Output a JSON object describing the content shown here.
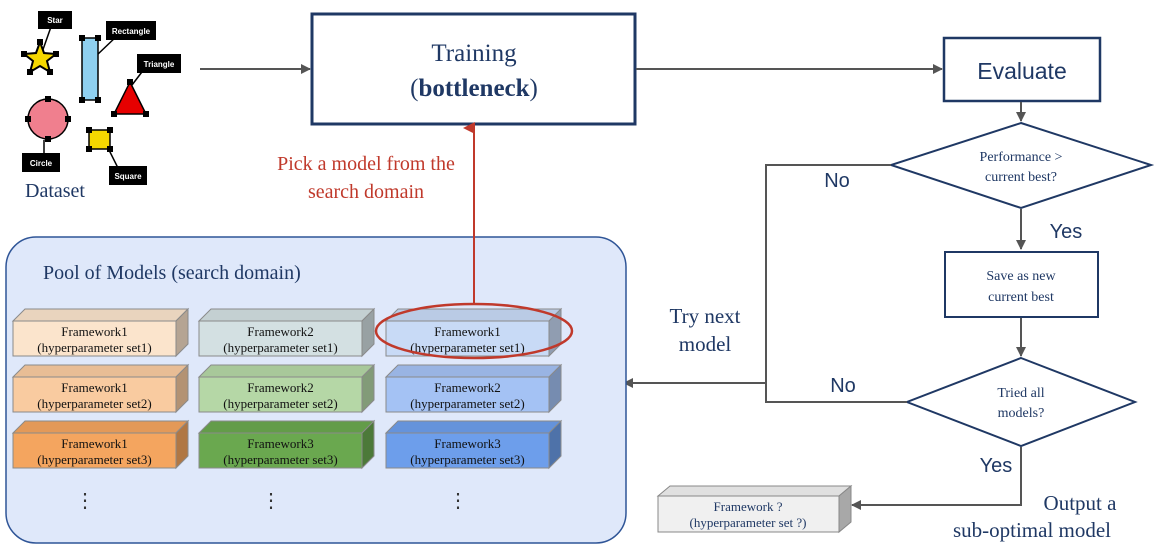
{
  "dataset": {
    "label": "Dataset",
    "shapes": [
      {
        "name": "Star",
        "color": "#f5d800"
      },
      {
        "name": "Rectangle",
        "color": "#8fd0f0"
      },
      {
        "name": "Triangle",
        "color": "#e60000"
      },
      {
        "name": "Circle",
        "color": "#f07f8e"
      },
      {
        "name": "Square",
        "color": "#f5d800"
      }
    ]
  },
  "training": {
    "line1": "Training",
    "line2_open": "(",
    "line2_bold": "bottleneck",
    "line2_close": ")"
  },
  "pick_model": {
    "line1": "Pick a model from the",
    "line2": "search domain"
  },
  "evaluate": "Evaluate",
  "decision1": {
    "line1": "Performance >",
    "line2": "current best?"
  },
  "yes1": "Yes",
  "no1": "No",
  "save": {
    "line1": "Save as new",
    "line2": "current best"
  },
  "decision2": {
    "line1": "Tried all",
    "line2": "models?"
  },
  "no2": "No",
  "yes2": "Yes",
  "try_next": {
    "line1": "Try next",
    "line2": "model"
  },
  "ellipsis_right": "…",
  "output": {
    "line1": "Output a",
    "line2": "sub-optimal model"
  },
  "result_box": {
    "line1": "Framework ?",
    "line2": "(hyperparameter set ?)"
  },
  "pool": {
    "title": "Pool of Models (search domain)",
    "columns": [
      {
        "boxes": [
          {
            "line1": "Framework1",
            "line2": "(hyperparameter set1)",
            "color": "#fbe4cc"
          },
          {
            "line1": "Framework1",
            "line2": "(hyperparameter set2)",
            "color": "#f9cba0"
          },
          {
            "line1": "Framework1",
            "line2": "(hyperparameter set3)",
            "color": "#f4a55f"
          }
        ],
        "ellipsis": "⋮"
      },
      {
        "boxes": [
          {
            "line1": "Framework2",
            "line2": "(hyperparameter set1)",
            "color": "#d3e0e2"
          },
          {
            "line1": "Framework2",
            "line2": "(hyperparameter set2)",
            "color": "#b5d7a6"
          },
          {
            "line1": "Framework3",
            "line2": "(hyperparameter set3)",
            "color": "#6aa84f"
          }
        ],
        "ellipsis": "⋮"
      },
      {
        "boxes": [
          {
            "line1": "Framework1",
            "line2": "(hyperparameter set1)",
            "color": "#c8daf6",
            "highlighted": true
          },
          {
            "line1": "Framework2",
            "line2": "(hyperparameter set2)",
            "color": "#a4c2f4"
          },
          {
            "line1": "Framework3",
            "line2": "(hyperparameter set3)",
            "color": "#6d9eeb"
          }
        ],
        "ellipsis": "⋮"
      }
    ]
  },
  "colors": {
    "navy": "#1f3864",
    "arrow": "#555555",
    "pick_red": "#c0392b",
    "pool_bg": "#dfe8fa",
    "pool_border": "#2f5597"
  }
}
